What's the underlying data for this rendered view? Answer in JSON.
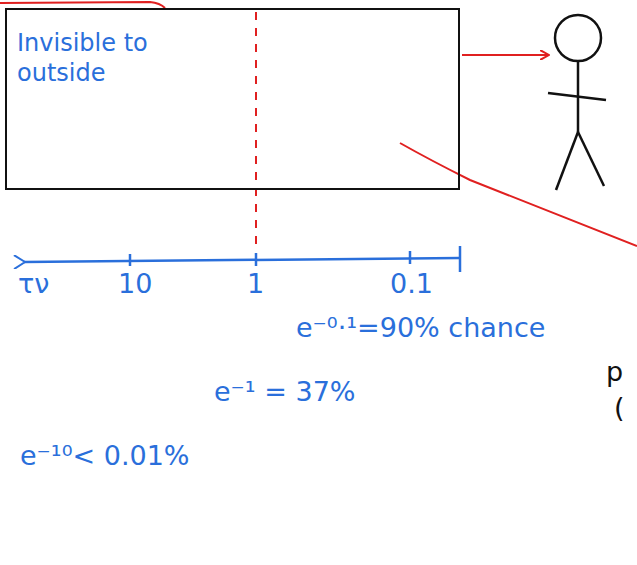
{
  "diagram": {
    "nodes": [
      {
        "text": [
          "Invisible to outside"
        ]
      }
    ],
    "labels": [
      "τν",
      "10",
      "1",
      "0.1",
      "e⁻⁰·¹=90% chance",
      "e⁻¹ = 37%",
      "e⁻¹⁰< 0.01%",
      "p",
      "("
    ]
  }
}
